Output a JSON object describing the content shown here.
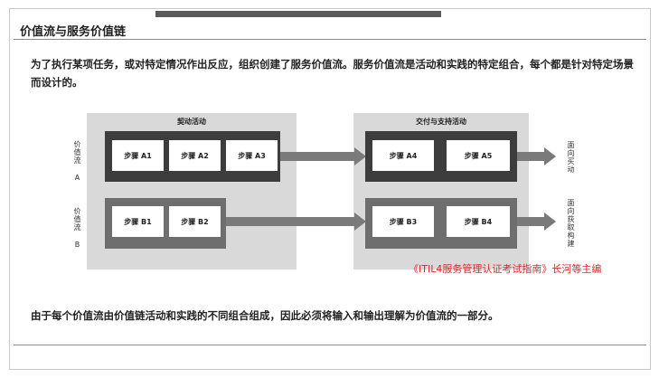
{
  "header": {
    "title": "价值流与服务价值链"
  },
  "intro": "为了执行某项任务，或对特定情况作出反应，组织创建了服务价值流。服务价值流是活动和实践的特定组合，每个都是针对特定场景而设计的。",
  "diagram": {
    "stages": [
      {
        "label": "契动活动"
      },
      {
        "label": "交付与支持活动"
      }
    ],
    "streams": [
      {
        "label": "价值流 A",
        "steps": [
          "步骤 A1",
          "步骤 A2",
          "步骤 A3",
          "步骤 A4",
          "步骤 A5"
        ],
        "outcome": "面向买动"
      },
      {
        "label": "价值流 B",
        "steps": [
          "步骤 B1",
          "步骤 B2",
          "步骤 B3",
          "步骤 B4"
        ],
        "outcome": "面向获取构建"
      }
    ]
  },
  "caption": "《ITIL4服务管理认证考试指南》长河等主编",
  "outro": "由于每个价值流由价值链活动和实践的不同组合组成，因此必须将输入和输出理解为价值流的一部分。",
  "colors": {
    "caption": "#e2262b",
    "row_a": "#3d3d3d",
    "row_b": "#6e6e6e",
    "stage_bg": "#d9d9d9",
    "arrow": "#7a7a7a"
  }
}
